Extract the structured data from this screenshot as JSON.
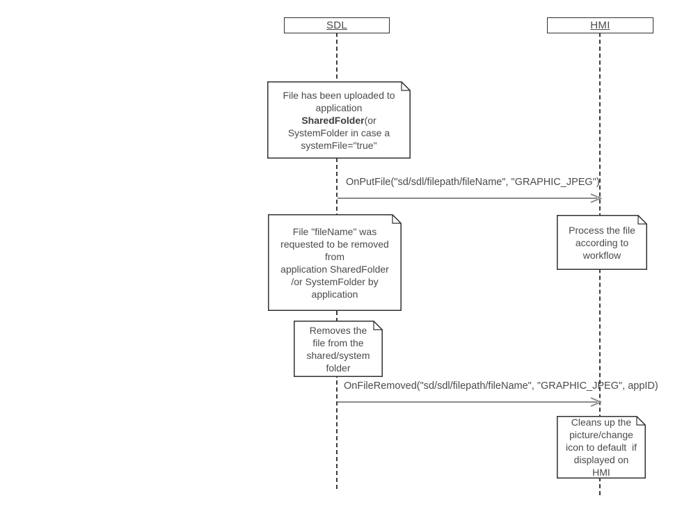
{
  "diagram": {
    "type": "uml-sequence-diagram",
    "actors": [
      {
        "label": "SDL"
      },
      {
        "label": "HMI"
      }
    ],
    "notes": [
      {
        "text_before": "File has been uploaded to\napplication\n",
        "bold": "SharedFolder",
        "text_after": "(or\nSystemFolder in case a\nsystemFile=\"true\""
      },
      {
        "text": "File \"fileName\" was\nrequested to be removed\nfrom\napplication SharedFolder\n/or SystemFolder by\napplication"
      },
      {
        "text": "Process the file\naccording to\nworkflow"
      },
      {
        "text": "Removes the\nfile from the\nshared/system\nfolder"
      },
      {
        "text": "Cleans up the\npicture/change\nicon to default  if\ndisplayed on\nHMI"
      }
    ],
    "messages": [
      {
        "from": "SDL",
        "to": "HMI",
        "label": "OnPutFile(\"sd/sdl/filepath/fileName\", \"GRAPHIC_JPEG\")"
      },
      {
        "from": "SDL",
        "to": "HMI",
        "label": "OnFileRemoved(\"sd/sdl/filepath/fileName\", \"GRAPHIC_JPEG\", appID)"
      }
    ],
    "colors": {
      "background": "#ffffff",
      "border": "#2f2f2f",
      "text": "#4a4a4a",
      "arrow": "#8a8a8a",
      "lifeline": "#3c3c3c"
    }
  }
}
